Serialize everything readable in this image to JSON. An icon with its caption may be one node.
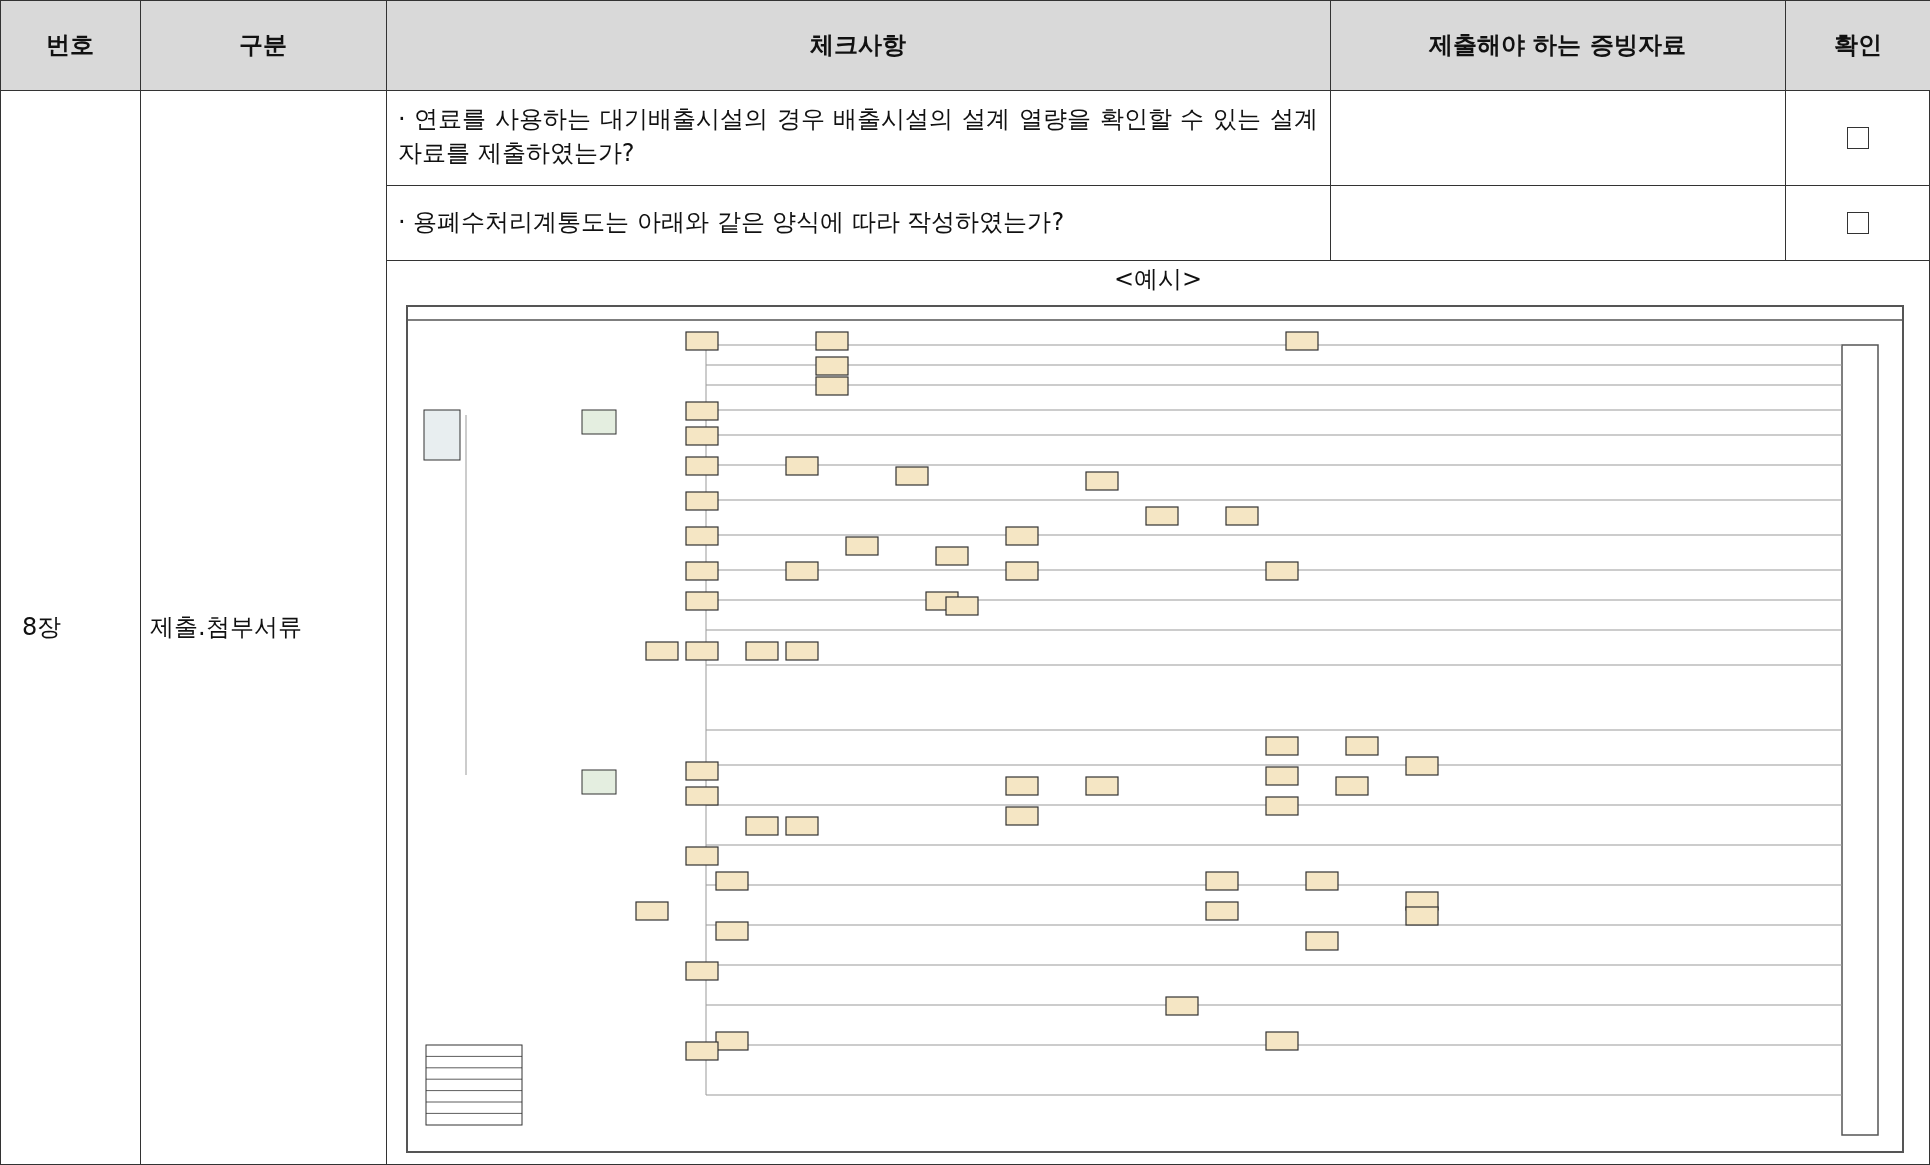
{
  "diagram": {
    "labels": [
      "번호",
      "구분",
      "체크사항",
      "제출해야 하는 증빙자료",
      "확인",
      "8장",
      "제출.첨부서류",
      "· 연료를 사용하는 대기배출시설의 경우 배출시설의 설계 열량을 확인할 수 있는 설계자료를 제출하였는가?",
      "· 용폐수처리계통도는 아래와 같은 양식에 따라 작성하였는가?",
      "<예시>"
    ]
  }
}
